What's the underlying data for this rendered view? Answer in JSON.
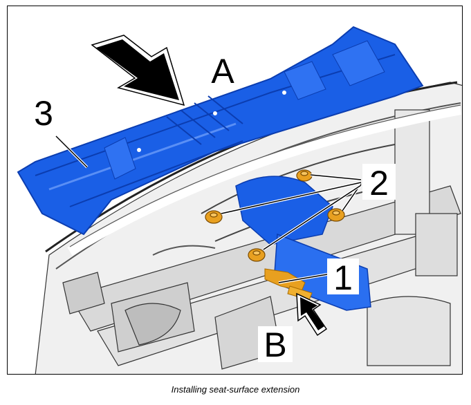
{
  "figure": {
    "labels": {
      "A": "A",
      "B": "B",
      "one": "1",
      "two": "2",
      "three": "3"
    },
    "caption": "Installing seat-surface extension"
  },
  "colors": {
    "panel_blue": "#1a5fe6",
    "panel_blue_dark": "#0b3db0",
    "clip_orange": "#e8a020",
    "frame_gray": "#e6e6e6",
    "line_black": "#000000"
  }
}
